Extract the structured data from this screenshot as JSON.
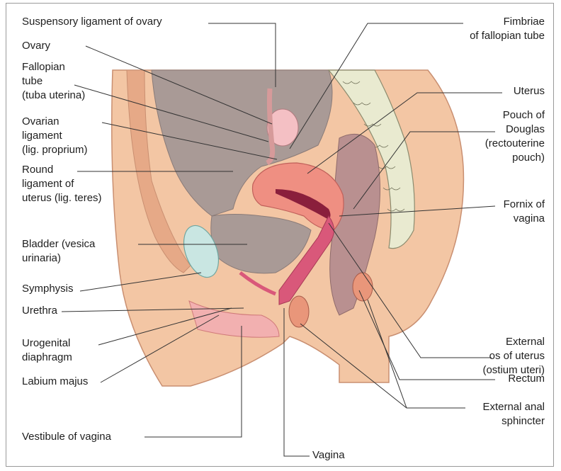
{
  "labels": {
    "suspensory_ligament": "Suspensory ligament of ovary",
    "ovary": "Ovary",
    "fallopian_tube": "Fallopian\ntube\n(tuba uterina)",
    "ovarian_ligament": "Ovarian\nligament\n(lig. proprium)",
    "round_ligament": "Round\nligament of\nuterus (lig. teres)",
    "bladder": "Bladder (vesica\nurinaria)",
    "symphysis": "Symphysis",
    "urethra": "Urethra",
    "urogenital_diaphragm": "Urogenital\ndiaphragm",
    "labium_majus": "Labium majus",
    "vestibule": "Vestibule of vagina",
    "vagina": "Vagina",
    "fimbriae": "Fimbriae\nof fallopian tube",
    "uterus": "Uterus",
    "pouch_of_douglas": "Pouch of\nDouglas\n(rectouterine\npouch)",
    "fornix": "Fornix of\nvagina",
    "external_os": "External\nos of uterus\n(ostium uteri)",
    "rectum": "Rectum",
    "external_anal_sphincter": "External anal\nsphincter"
  },
  "colors": {
    "skin": "#f3c6a4",
    "skin_dark": "#e6a987",
    "peritoneal_cavity": "#a99a96",
    "uterus": "#ef8f82",
    "uterine_cavity": "#8a1f3c",
    "bladder": "#c9e6e2",
    "rectum": "#b99090",
    "bone": "#e9ead0",
    "mucosa": "#d9587a"
  }
}
